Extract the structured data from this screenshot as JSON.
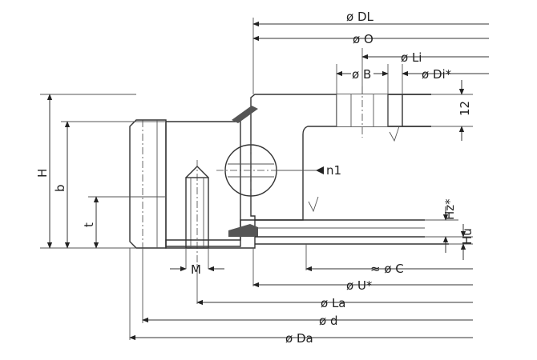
{
  "colors": {
    "fill": "#bfe3f2",
    "hatch": "#5aa8c8",
    "line": "#333333",
    "seal": "#555555"
  },
  "labels": {
    "DL": "ø DL",
    "O": "ø O",
    "Li": "ø Li",
    "B": "ø B",
    "Di": "ø Di*",
    "dim12": "12",
    "H": "H",
    "b": "b",
    "t": "t",
    "n1": "n1",
    "Hz": "Hz*",
    "Hu": "Hu",
    "M": "M",
    "C": "≈ ø C",
    "U": "ø U*",
    "La": "ø La",
    "d": "ø d",
    "Da": "ø Da"
  },
  "icons": {
    "arrow": "solid-triangle",
    "surface_mark": "check-symbol"
  }
}
